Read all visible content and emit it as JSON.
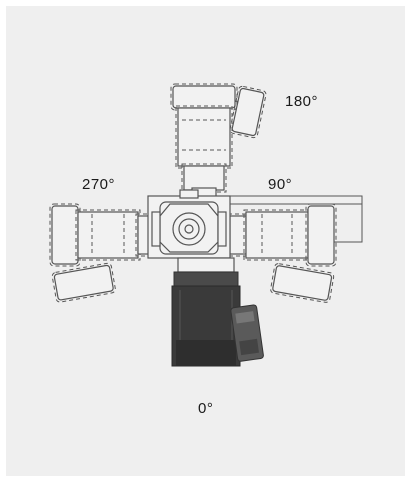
{
  "labels": {
    "top": "180°",
    "left": "270°",
    "right": "90°",
    "bottom": "0°"
  },
  "colors": {
    "background": "#efefef",
    "line": "#555555",
    "solid_motor": "#3a3a3a",
    "solid_highlight": "#5a5a5a"
  }
}
